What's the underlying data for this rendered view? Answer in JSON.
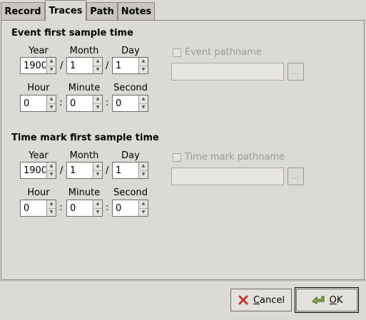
{
  "tabs": [
    {
      "label": "Record"
    },
    {
      "label": "Traces"
    },
    {
      "label": "Path"
    },
    {
      "label": "Notes"
    }
  ],
  "event": {
    "title": "Event first sample time",
    "year_label": "Year",
    "month_label": "Month",
    "day_label": "Day",
    "hour_label": "Hour",
    "minute_label": "Minute",
    "second_label": "Second",
    "year": "1900",
    "month": "1",
    "day": "1",
    "hour": "0",
    "minute": "0",
    "second": "0",
    "pathname_label": "Event pathname",
    "pathname_value": "",
    "browse_label": "..."
  },
  "timemark": {
    "title": "Time mark first sample time",
    "year_label": "Year",
    "month_label": "Month",
    "day_label": "Day",
    "hour_label": "Hour",
    "minute_label": "Minute",
    "second_label": "Second",
    "year": "1900",
    "month": "1",
    "day": "1",
    "hour": "0",
    "minute": "0",
    "second": "0",
    "pathname_label": "Time mark pathname",
    "pathname_value": "",
    "browse_label": "..."
  },
  "separators": {
    "date": "/",
    "time": ":"
  },
  "buttons": {
    "cancel_prefix": "",
    "cancel_mnemonic": "C",
    "cancel_rest": "ancel",
    "ok_mnemonic": "O",
    "ok_rest": "K"
  },
  "colors": {
    "cancel_icon": "#c0392b",
    "ok_icon": "#6b8e23"
  }
}
